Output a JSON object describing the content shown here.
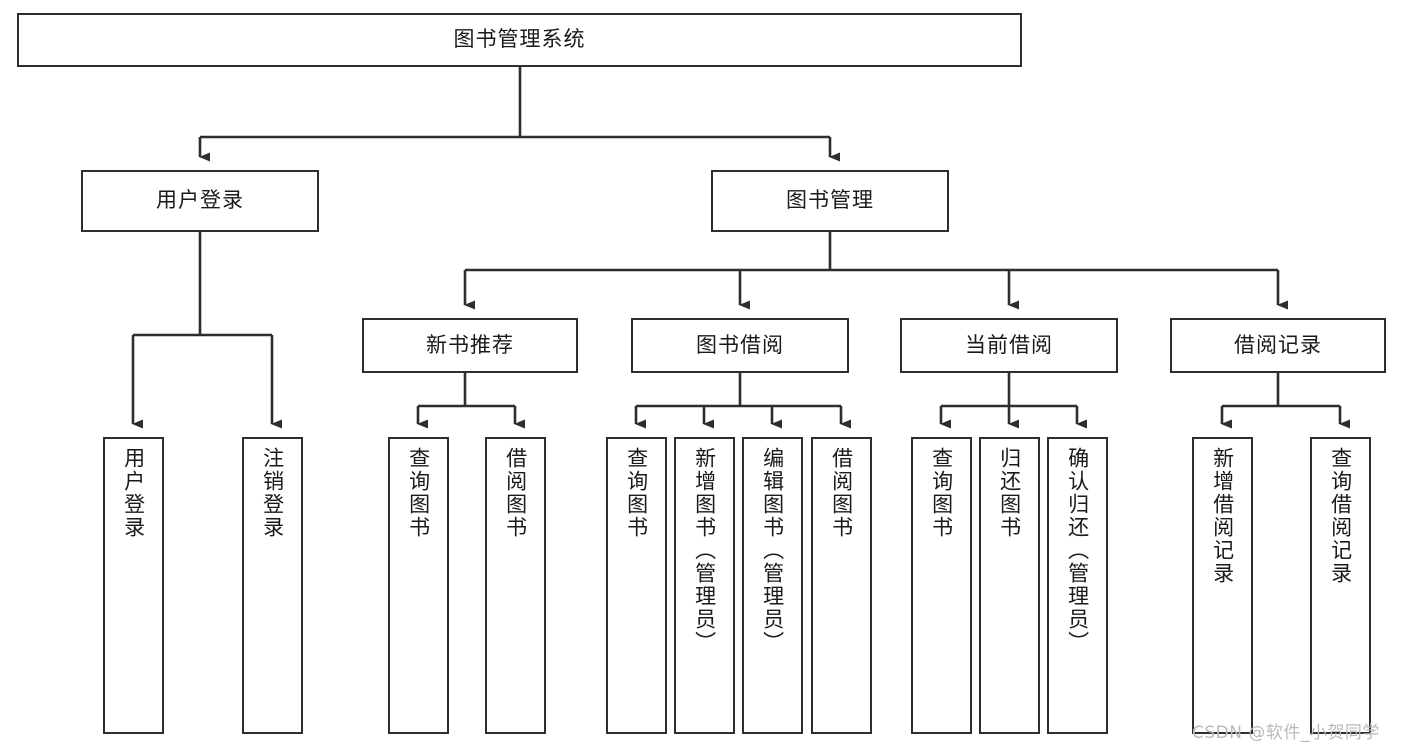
{
  "diagram": {
    "type": "hierarchy-tree",
    "title": "图书管理系统",
    "orientation": "top-down",
    "colors": {
      "box_border": "#2e2e2e",
      "box_fill": "#ffffff",
      "edge": "#2e2e2e",
      "text": "#1a1a1a",
      "watermark": "#b9b9b9",
      "background": "#ffffff"
    },
    "root": {
      "label": "图书管理系统"
    },
    "level2": [
      {
        "id": "user-login",
        "label": "用户登录"
      },
      {
        "id": "book-manage",
        "label": "图书管理"
      }
    ],
    "level3": [
      {
        "id": "new-book-recommend",
        "label": "新书推荐",
        "parent": "book-manage"
      },
      {
        "id": "book-borrow",
        "label": "图书借阅",
        "parent": "book-manage"
      },
      {
        "id": "current-borrow",
        "label": "当前借阅",
        "parent": "book-manage"
      },
      {
        "id": "borrow-record",
        "label": "借阅记录",
        "parent": "book-manage"
      }
    ],
    "leaves": {
      "user-login": [
        {
          "id": "leaf-user-login",
          "label": "用户登录"
        },
        {
          "id": "leaf-logout",
          "label": "注销登录"
        }
      ],
      "new-book-recommend": [
        {
          "id": "leaf-query-book-1",
          "label": "查询图书"
        },
        {
          "id": "leaf-borrow-book-1",
          "label": "借阅图书"
        }
      ],
      "book-borrow": [
        {
          "id": "leaf-query-book-2",
          "label": "查询图书"
        },
        {
          "id": "leaf-add-book",
          "label": "新增图书（管理员）"
        },
        {
          "id": "leaf-edit-book",
          "label": "编辑图书（管理员）"
        },
        {
          "id": "leaf-borrow-book-2",
          "label": "借阅图书"
        }
      ],
      "current-borrow": [
        {
          "id": "leaf-query-book-3",
          "label": "查询图书"
        },
        {
          "id": "leaf-return-book",
          "label": "归还图书"
        },
        {
          "id": "leaf-confirm-return",
          "label": "确认归还（管理员）"
        }
      ],
      "borrow-record": [
        {
          "id": "leaf-add-record",
          "label": "新增借阅记录"
        },
        {
          "id": "leaf-query-record",
          "label": "查询借阅记录"
        }
      ]
    }
  },
  "watermark": {
    "text": "CSDN @软件_小贺同学"
  }
}
